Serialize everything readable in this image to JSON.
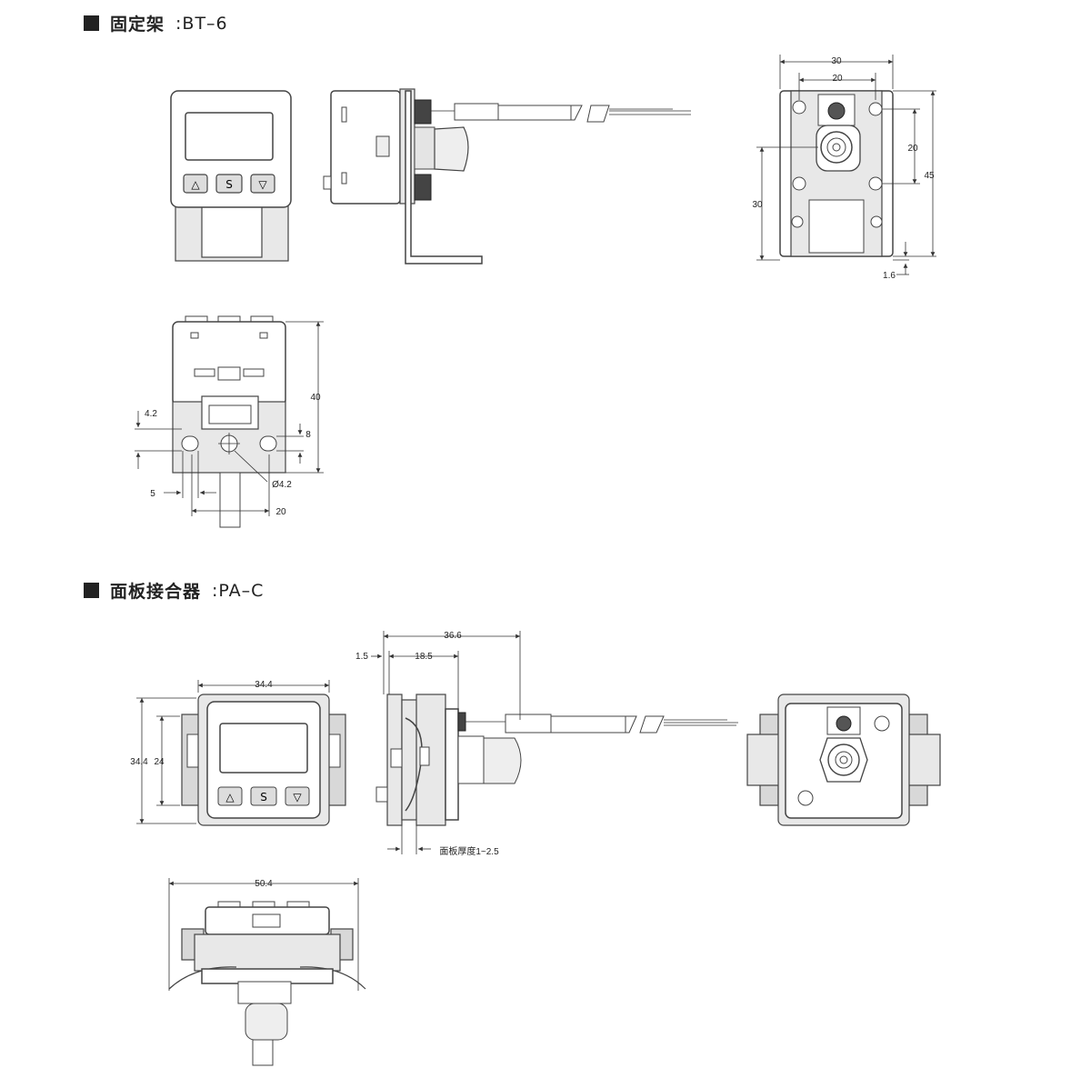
{
  "sections": [
    {
      "label": "固定架",
      "code": ":BT–6"
    },
    {
      "label": "面板接合器",
      "code": ":PA–C"
    }
  ],
  "buttons": [
    "△",
    "S",
    "▽"
  ],
  "bt6": {
    "dims": {
      "w30": "30",
      "w20": "20",
      "h20": "20",
      "h45": "45",
      "h30": "30",
      "t16": "1.6",
      "h40": "40",
      "d42": "4.2",
      "h8": "8",
      "w5": "5",
      "phi42": "Ø4.2",
      "w20b": "20"
    }
  },
  "pac": {
    "dims": {
      "w344": "34.4",
      "h344": "34.4",
      "h24": "24",
      "w366": "36.6",
      "w15": "1.5",
      "w185": "18.5",
      "panel": "面板厚度1~2.5",
      "w504": "50.4"
    }
  }
}
